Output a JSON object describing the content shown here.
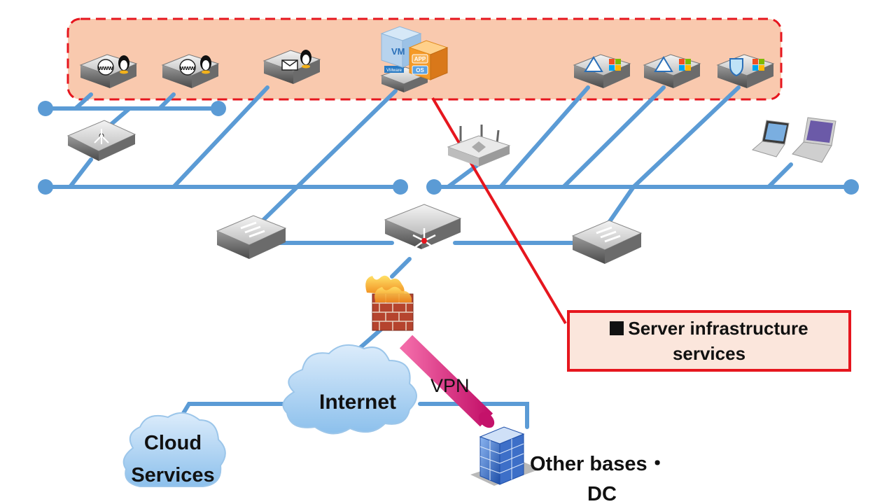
{
  "server_zone": {
    "fill": "#f9c9ae",
    "border_color": "#e6161e",
    "servers": [
      {
        "kind": "linux-web",
        "icon": "linux-web-server-icon"
      },
      {
        "kind": "linux-web",
        "icon": "linux-web-server-icon"
      },
      {
        "kind": "linux-mail",
        "icon": "linux-mail-server-icon"
      },
      {
        "kind": "virtualization",
        "icon": "vmware-host-icon"
      },
      {
        "kind": "windows-directory",
        "icon": "windows-directory-server-icon"
      },
      {
        "kind": "windows-directory",
        "icon": "windows-directory-server-icon"
      },
      {
        "kind": "windows-security",
        "icon": "windows-security-server-icon"
      }
    ],
    "vm_labels": {
      "vm": "VM",
      "app": "APP",
      "os": "OS",
      "vendor": "VMware"
    }
  },
  "callout": {
    "line1": "Server infrastructure",
    "line2": "services",
    "border_color": "#e6161e",
    "fill": "#fbe6dc"
  },
  "network": {
    "line_color": "#5b9bd5",
    "vpn_color": "#e83e8c",
    "vpn_label": "VPN"
  },
  "clouds": {
    "internet": "Internet",
    "cloud_line1": "Cloud",
    "cloud_line2": "Services"
  },
  "building": {
    "line1": "Other bases・",
    "line2": "DC"
  }
}
